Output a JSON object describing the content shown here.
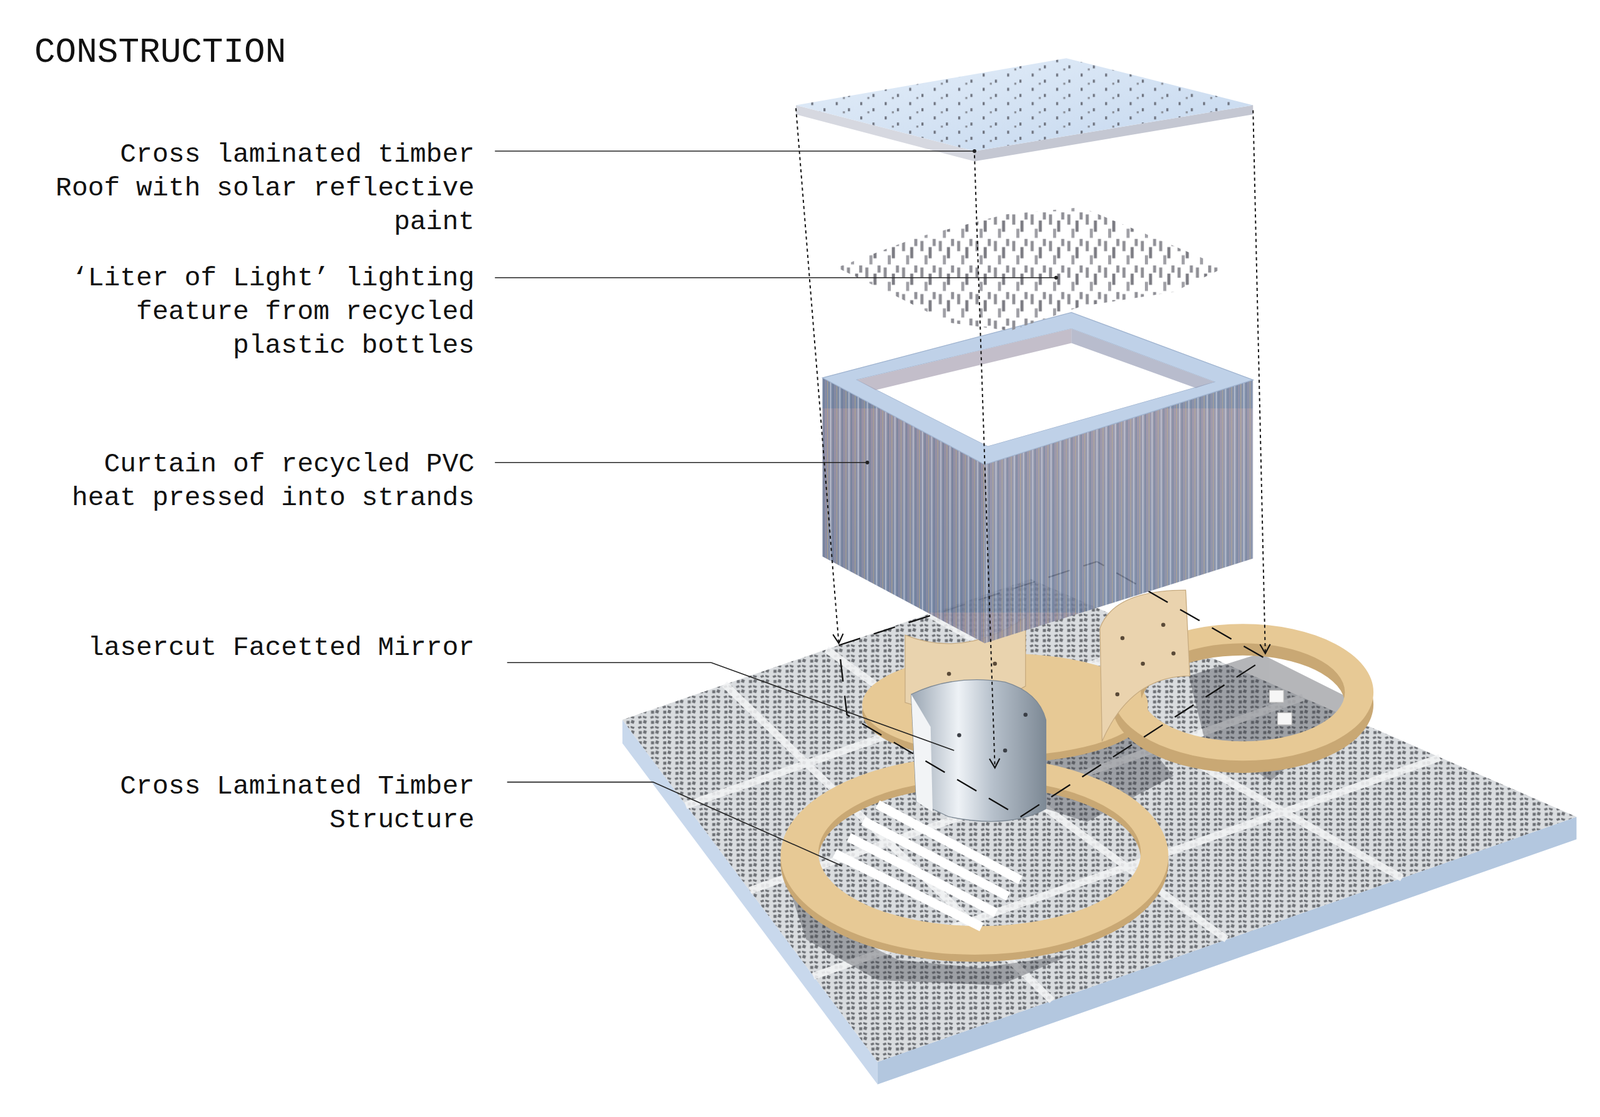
{
  "diagram": {
    "title": "CONSTRUCTION",
    "labels": [
      "Cross laminated timber Roof with solar reflective paint",
      "‘Liter of Light’ lighting feature from recycled plastic bottles",
      "Curtain of recycled PVC heat pressed into strands",
      "lasercut Facetted Mirror",
      "Cross Laminated Timber Structure"
    ]
  }
}
